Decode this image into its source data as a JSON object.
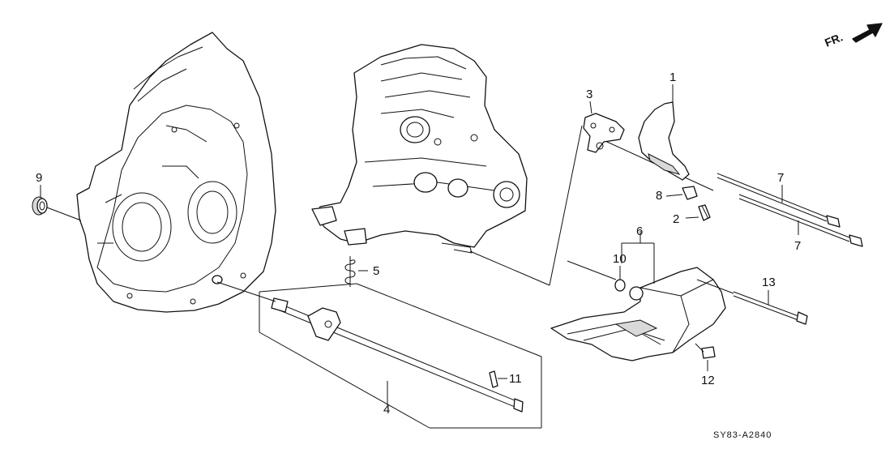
{
  "direction_label": "FR.",
  "diagram_code": "SY83-A2840",
  "callouts": {
    "c1": "1",
    "c2": "2",
    "c3": "3",
    "c4": "4",
    "c5": "5",
    "c6": "6",
    "c7a": "7",
    "c7b": "7",
    "c8": "8",
    "c9": "9",
    "c10": "10",
    "c11": "11",
    "c12": "12",
    "c13": "13"
  }
}
